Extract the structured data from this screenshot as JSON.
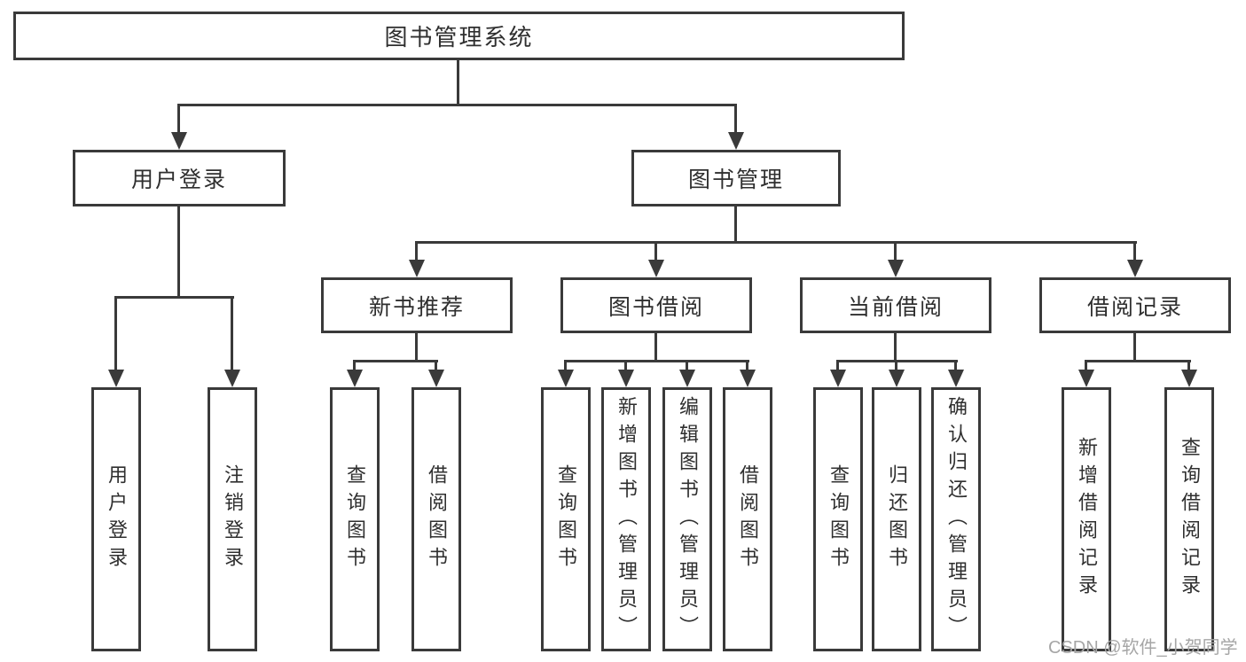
{
  "colors": {
    "line": "#3a3a3a",
    "text": "#2f2f2f",
    "watermark": "#a6a6a6",
    "bg": "#ffffff"
  },
  "watermark": "CSDN @软件_小贺同学",
  "tree": {
    "root": {
      "label": "图书管理系统"
    },
    "branches": [
      {
        "label": "用户登录",
        "children": [
          {
            "label": "用户登录"
          },
          {
            "label": "注销登录"
          }
        ]
      },
      {
        "label": "图书管理",
        "groups": [
          {
            "label": "新书推荐",
            "children": [
              {
                "label": "查询图书"
              },
              {
                "label": "借阅图书"
              }
            ]
          },
          {
            "label": "图书借阅",
            "children": [
              {
                "label": "查询图书"
              },
              {
                "label": "新增图书（管理员）"
              },
              {
                "label": "编辑图书（管理员）"
              },
              {
                "label": "借阅图书"
              }
            ]
          },
          {
            "label": "当前借阅",
            "children": [
              {
                "label": "查询图书"
              },
              {
                "label": "归还图书"
              },
              {
                "label": "确认归还（管理员）"
              }
            ]
          },
          {
            "label": "借阅记录",
            "children": [
              {
                "label": "新增借阅记录"
              },
              {
                "label": "查询借阅记录"
              }
            ]
          }
        ]
      }
    ]
  }
}
